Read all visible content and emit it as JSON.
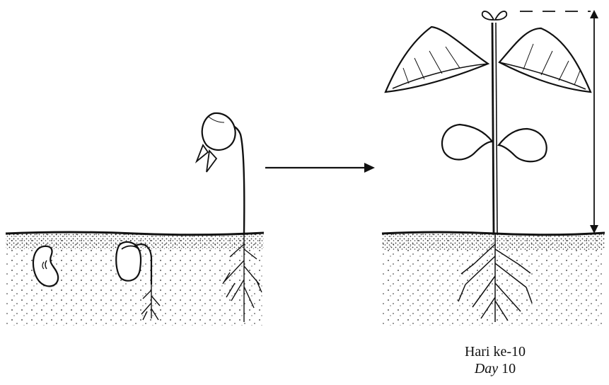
{
  "diagram": {
    "type": "plant-germination-illustration",
    "caption": {
      "line1": "Hari ke-10",
      "line2_italic": "Day",
      "line2_number": "10"
    },
    "colors": {
      "ink": "#111111",
      "background": "#ffffff"
    }
  }
}
